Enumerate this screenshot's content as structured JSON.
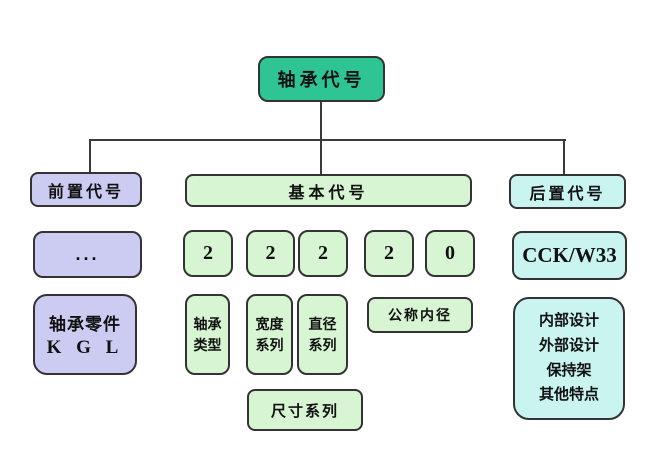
{
  "diagram": {
    "root_label": "轴承代号",
    "prefix": {
      "title": "前置代号",
      "placeholder": "...",
      "parts_line1": "轴承零件",
      "parts_line2": "K G L"
    },
    "basic": {
      "title": "基本代号",
      "digits": [
        "2",
        "2",
        "2",
        "2",
        "0"
      ],
      "digit_labels": [
        {
          "line1": "轴承",
          "line2": "类型"
        },
        {
          "line1": "宽度",
          "line2": "系列"
        },
        {
          "line1": "直径",
          "line2": "系列"
        }
      ],
      "bore_label": "公称内径",
      "size_series_label": "尺寸系列"
    },
    "suffix": {
      "title": "后置代号",
      "code": "CCK/W33",
      "features": [
        "内部设计",
        "外部设计",
        "保持架",
        "其他特点"
      ]
    },
    "colors": {
      "root_fill": "#2fc493",
      "prefix_fill": "#ccccf2",
      "basic_fill": "#d7f5d3",
      "suffix_fill": "#c9f4f0",
      "border": "#333333",
      "line": "#3a3a3a"
    }
  }
}
